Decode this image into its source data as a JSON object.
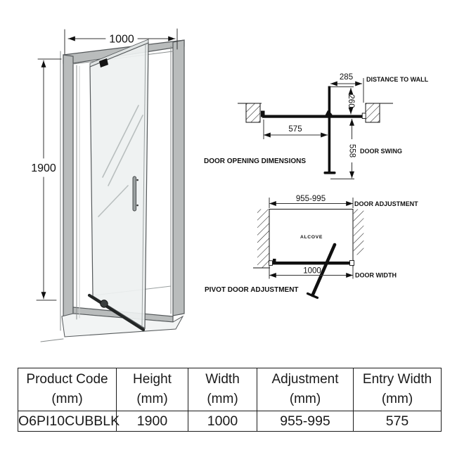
{
  "colors": {
    "background": "#ffffff",
    "line_black": "#101010",
    "frame_gray": "#b9bcbc",
    "glass": "#eef1f1",
    "reflection": "#b9bfbf"
  },
  "front_view": {
    "width_dimension": "1000",
    "height_dimension": "1900"
  },
  "door_opening": {
    "title": "DOOR OPENING DIMENSIONS",
    "distance_value": "285",
    "distance_label": "DISTANCE TO WALL",
    "depth_value": "260",
    "entry_value": "575",
    "swing_value": "558",
    "swing_label": "DOOR SWING"
  },
  "pivot_adjustment": {
    "title": "PIVOT DOOR ADJUSTMENT",
    "adjustment_value": "955-995",
    "adjustment_label": "DOOR ADJUSTMENT",
    "alcove_label": "ALCOVE",
    "width_value": "1000",
    "width_label": "DOOR WIDTH"
  },
  "table": {
    "headers": [
      {
        "title": "Product Code",
        "unit": "(mm)"
      },
      {
        "title": "Height",
        "unit": "(mm)"
      },
      {
        "title": "Width",
        "unit": "(mm)"
      },
      {
        "title": "Adjustment",
        "unit": "(mm)"
      },
      {
        "title": "Entry Width",
        "unit": "(mm)"
      }
    ],
    "row": {
      "product_code": "O6PI10CUBBLK",
      "height": "1900",
      "width": "1000",
      "adjustment": "955-995",
      "entry_width": "575"
    }
  }
}
